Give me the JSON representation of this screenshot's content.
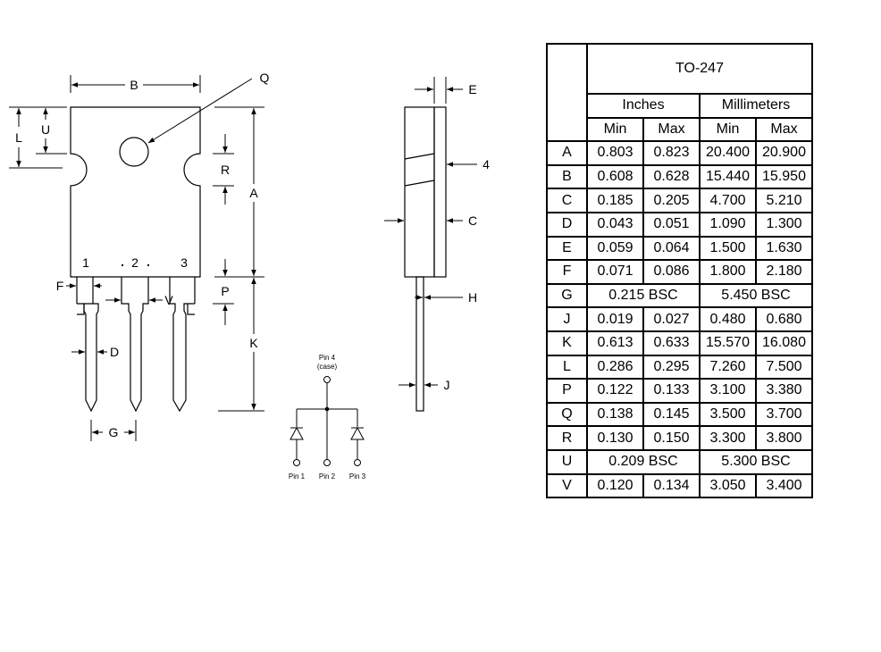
{
  "diagram": {
    "labels": {
      "A": "A",
      "B": "B",
      "C": "C",
      "D": "D",
      "E": "E",
      "F": "F",
      "G": "G",
      "H": "H",
      "J": "J",
      "K": "K",
      "L": "L",
      "P": "P",
      "Q": "Q",
      "R": "R",
      "U": "U",
      "V": "V",
      "four": "4"
    },
    "pin_numbers": [
      "1",
      "2",
      "3"
    ],
    "schematic": {
      "pin4_line1": "Pin 4",
      "pin4_line2": "(case)",
      "pin1": "Pin 1",
      "pin2": "Pin 2",
      "pin3": "Pin 3"
    }
  },
  "table": {
    "package": "TO-247",
    "group_inches": "Inches",
    "group_mm": "Millimeters",
    "min": "Min",
    "max": "Max",
    "rows": [
      {
        "code": "A",
        "in_min": "0.803",
        "in_max": "0.823",
        "mm_min": "20.400",
        "mm_max": "20.900"
      },
      {
        "code": "B",
        "in_min": "0.608",
        "in_max": "0.628",
        "mm_min": "15.440",
        "mm_max": "15.950"
      },
      {
        "code": "C",
        "in_min": "0.185",
        "in_max": "0.205",
        "mm_min": "4.700",
        "mm_max": "5.210"
      },
      {
        "code": "D",
        "in_min": "0.043",
        "in_max": "0.051",
        "mm_min": "1.090",
        "mm_max": "1.300"
      },
      {
        "code": "E",
        "in_min": "0.059",
        "in_max": "0.064",
        "mm_min": "1.500",
        "mm_max": "1.630"
      },
      {
        "code": "F",
        "in_min": "0.071",
        "in_max": "0.086",
        "mm_min": "1.800",
        "mm_max": "2.180"
      },
      {
        "code": "G",
        "in_bsc": "0.215 BSC",
        "mm_bsc": "5.450 BSC"
      },
      {
        "code": "J",
        "in_min": "0.019",
        "in_max": "0.027",
        "mm_min": "0.480",
        "mm_max": "0.680"
      },
      {
        "code": "K",
        "in_min": "0.613",
        "in_max": "0.633",
        "mm_min": "15.570",
        "mm_max": "16.080"
      },
      {
        "code": "L",
        "in_min": "0.286",
        "in_max": "0.295",
        "mm_min": "7.260",
        "mm_max": "7.500"
      },
      {
        "code": "P",
        "in_min": "0.122",
        "in_max": "0.133",
        "mm_min": "3.100",
        "mm_max": "3.380"
      },
      {
        "code": "Q",
        "in_min": "0.138",
        "in_max": "0.145",
        "mm_min": "3.500",
        "mm_max": "3.700"
      },
      {
        "code": "R",
        "in_min": "0.130",
        "in_max": "0.150",
        "mm_min": "3.300",
        "mm_max": "3.800"
      },
      {
        "code": "U",
        "in_bsc": "0.209 BSC",
        "mm_bsc": "5.300 BSC"
      },
      {
        "code": "V",
        "in_min": "0.120",
        "in_max": "0.134",
        "mm_min": "3.050",
        "mm_max": "3.400"
      }
    ]
  }
}
